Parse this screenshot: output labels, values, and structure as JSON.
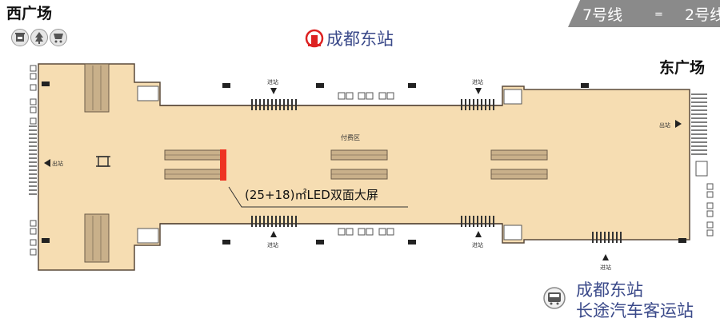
{
  "west_square": "西广场",
  "east_square": "东广场",
  "station_name": "成都东站",
  "metro_lines": {
    "line7": "7号线",
    "separator": "=",
    "line2": "2号线"
  },
  "paid_area": "付费区",
  "entrance_label": "进站",
  "exit_label": "出站",
  "led_screen_label": "(25+18)㎡LED双面大屏",
  "bus_station": {
    "line1": "成都东站",
    "line2": "长途汽车客运站"
  },
  "icons": [
    "ticket-office-icon",
    "tree-icon",
    "shopping-cart-icon",
    "railway-logo-icon",
    "bus-icon"
  ],
  "colors": {
    "concourse_fill": "#f6ddb2",
    "outline": "#5a4a3a",
    "led_screen": "#ee3322",
    "station_text": "#3b4a8a",
    "badge": "#8a8a8a"
  }
}
